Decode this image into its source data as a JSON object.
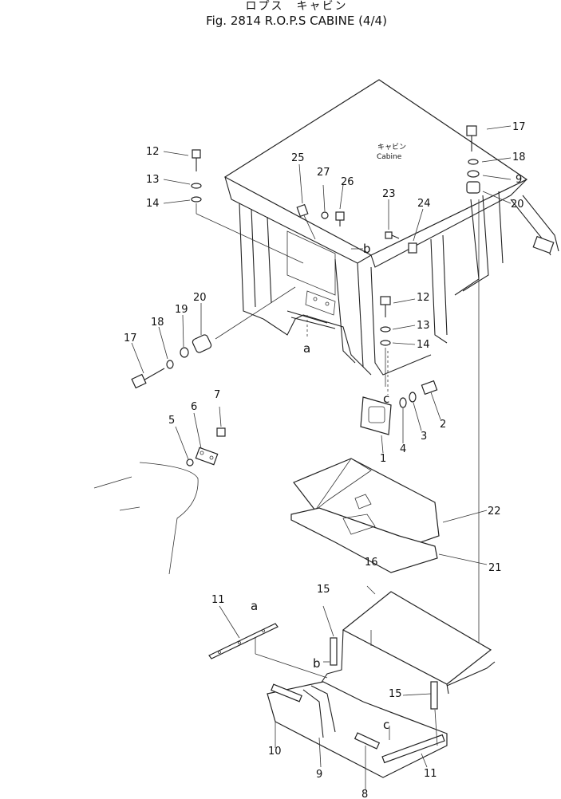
{
  "header": {
    "title_jp": "ロプス　キャビン",
    "title_en": "Fig. 2814 R.O.P.S CABINE  (4/4)"
  },
  "diagram": {
    "cabine_label_jp": "キャビン",
    "cabine_label_en": "Cabine",
    "part_labels": {
      "p1": "1",
      "p2": "2",
      "p3": "3",
      "p4": "4",
      "p5": "5",
      "p6": "6",
      "p7": "7",
      "p8": "8",
      "p9": "9",
      "p10": "10",
      "p11a": "11",
      "p11b": "11",
      "p12a": "12",
      "p12b": "12",
      "p13a": "13",
      "p13b": "13",
      "p14a": "14",
      "p14b": "14",
      "p15a": "15",
      "p15b": "15",
      "p16": "16",
      "p17a": "17",
      "p17b": "17",
      "p18a": "18",
      "p18b": "18",
      "p9b": "9",
      "p19": "19",
      "p20a": "20",
      "p20b": "20",
      "p21": "21",
      "p22": "22",
      "p23": "23",
      "p24": "24",
      "p25": "25",
      "p26": "26",
      "p27": "27"
    },
    "ref_labels": {
      "a1": "a",
      "a2": "a",
      "b1": "b",
      "b2": "b",
      "c1": "c",
      "c2": "c"
    }
  }
}
